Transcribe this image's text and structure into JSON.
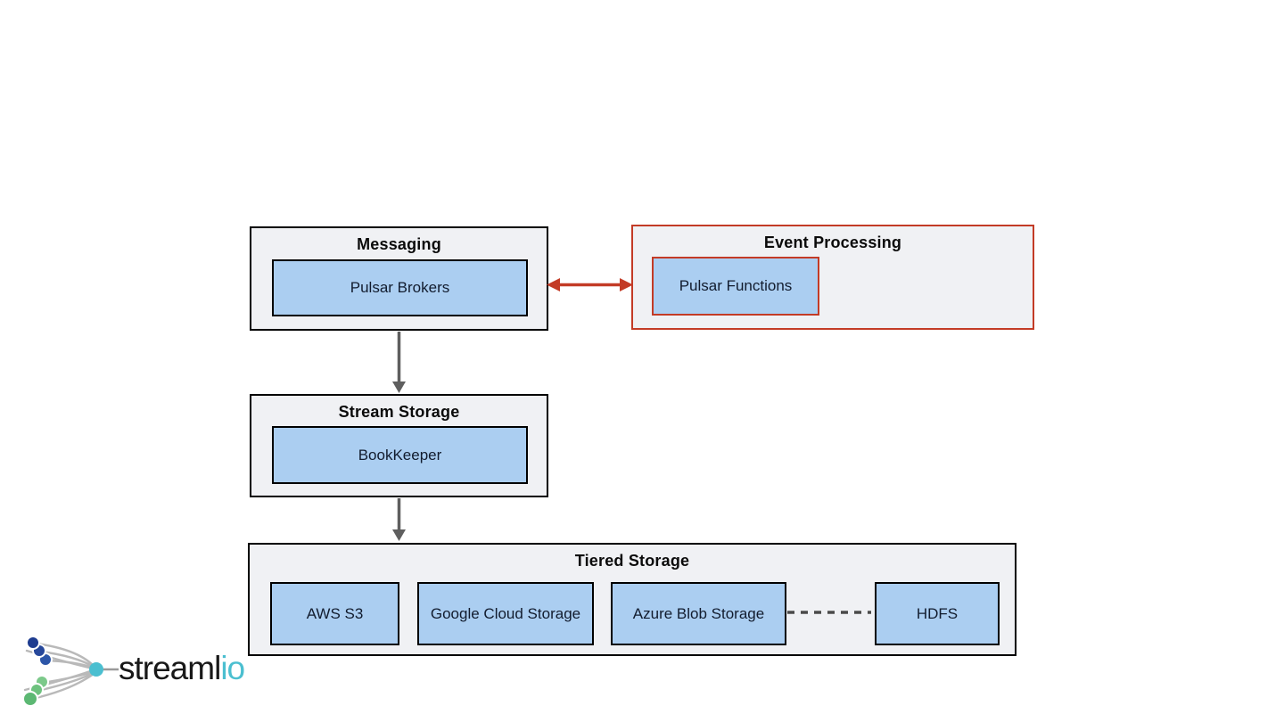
{
  "colors": {
    "group_fill": "#f0f1f4",
    "group_border": "#000000",
    "node_fill": "#abcef1",
    "node_border": "#000000",
    "accent_red": "#c33b26",
    "arrow_gray": "#5f5f5f",
    "dash_gray": "#4a4a4a",
    "logo_blue": "#24479a",
    "logo_green": "#64bd77",
    "logo_teal": "#4bbfd0"
  },
  "groups": {
    "messaging": {
      "title": "Messaging",
      "node": "Pulsar Brokers"
    },
    "event_processing": {
      "title": "Event Processing",
      "node": "Pulsar Functions"
    },
    "stream_storage": {
      "title": "Stream Storage",
      "node": "BookKeeper"
    },
    "tiered_storage": {
      "title": "Tiered Storage",
      "nodes": [
        "AWS S3",
        "Google Cloud Storage",
        "Azure Blob Storage",
        "HDFS"
      ]
    }
  },
  "connectors": [
    {
      "from": "Pulsar Brokers",
      "to": "Pulsar Functions",
      "style": "red-double-arrow"
    },
    {
      "from": "Messaging",
      "to": "Stream Storage",
      "style": "gray-arrow-down"
    },
    {
      "from": "Stream Storage",
      "to": "Tiered Storage",
      "style": "gray-arrow-down"
    },
    {
      "from": "Azure Blob Storage",
      "to": "HDFS",
      "style": "dashed-line"
    }
  ],
  "logo": {
    "text_main": "streaml",
    "text_accent": "io"
  }
}
